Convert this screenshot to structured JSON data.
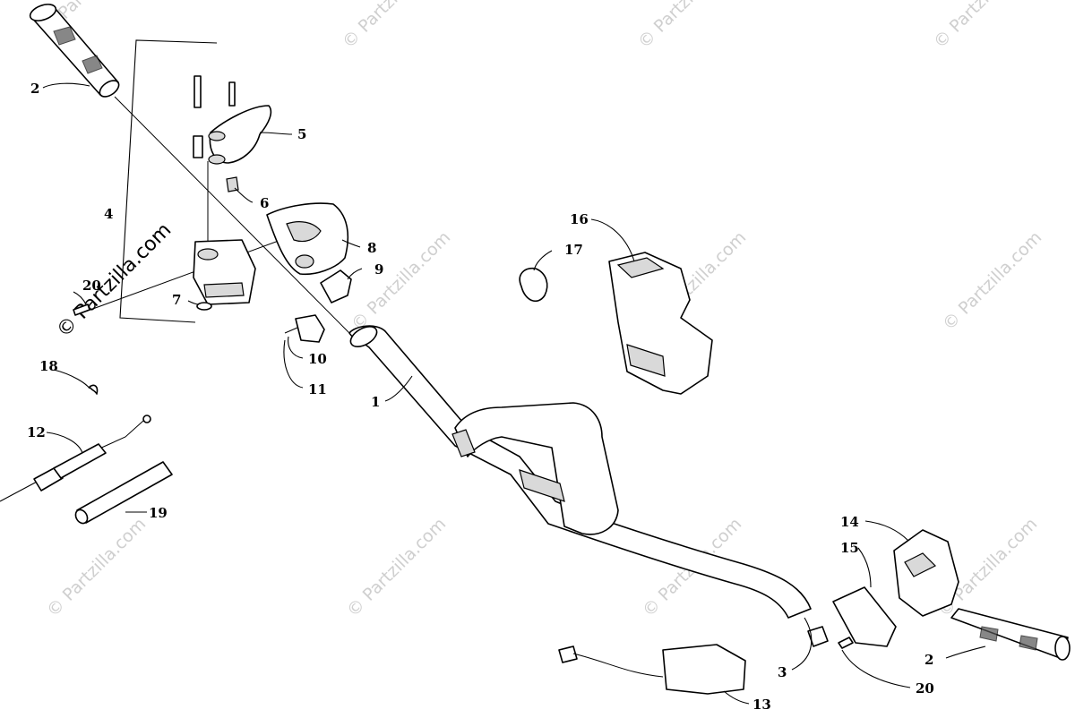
{
  "watermark": {
    "text": "© Partzilla.com"
  },
  "callouts": {
    "c1": "1",
    "c2a": "2",
    "c2b": "2",
    "c3": "3",
    "c4": "4",
    "c5": "5",
    "c6": "6",
    "c7": "7",
    "c8": "8",
    "c9": "9",
    "c10": "10",
    "c11": "11",
    "c12": "12",
    "c13": "13",
    "c14": "14",
    "c15": "15",
    "c16": "16",
    "c17": "17",
    "c18": "18",
    "c19": "19",
    "c20a": "20",
    "c20b": "20"
  }
}
